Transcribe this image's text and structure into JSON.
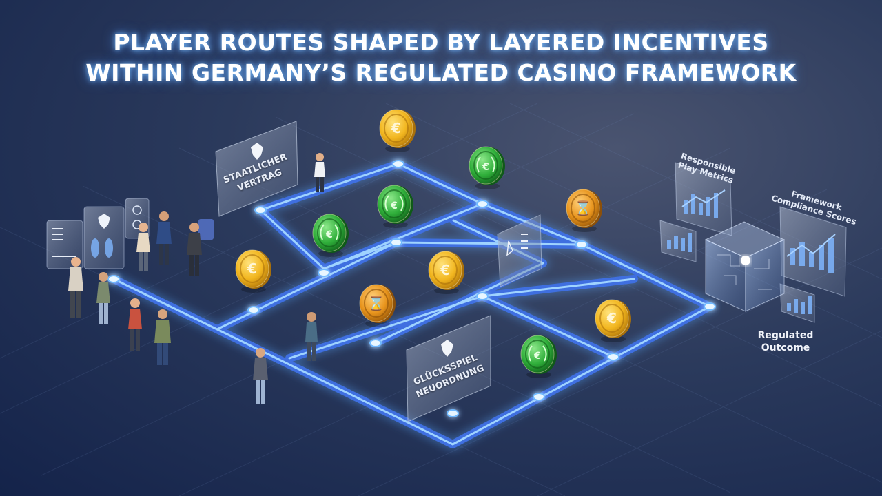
{
  "title": {
    "line1": "PLAYER ROUTES SHAPED BY LAYERED INCENTIVES",
    "line2": "WITHIN GERMANY’S REGULATED CASINO FRAMEWORK"
  },
  "panels": {
    "staatsvertrag": {
      "line1": "STAATLICHER",
      "line2": "VERTRAG"
    },
    "neuordnung": {
      "line1": "GLÜCKSSPIEL",
      "line2": "NEUORDNUNG"
    }
  },
  "metrics": {
    "responsible": {
      "line1": "Responsible",
      "line2": "Play Metrics"
    },
    "compliance": {
      "line1": "Framework",
      "line2": "Compliance Scores"
    }
  },
  "outcome": {
    "line1": "Regulated",
    "line2": "Outcome"
  },
  "coin_symbols": {
    "euro": "€",
    "hourglass": "⌛"
  },
  "colors": {
    "path": "#4f86ff",
    "path_glow": "#7fc0ff",
    "coin_gold": "#f2b61f",
    "coin_green": "#2fae3a",
    "coin_orange": "#e8941c",
    "node": "#e8f6ff"
  },
  "icons": [
    "eagle-icon",
    "euro-icon",
    "hourglass-icon",
    "laurel-icon",
    "bar-chart-icon",
    "cube-icon"
  ]
}
